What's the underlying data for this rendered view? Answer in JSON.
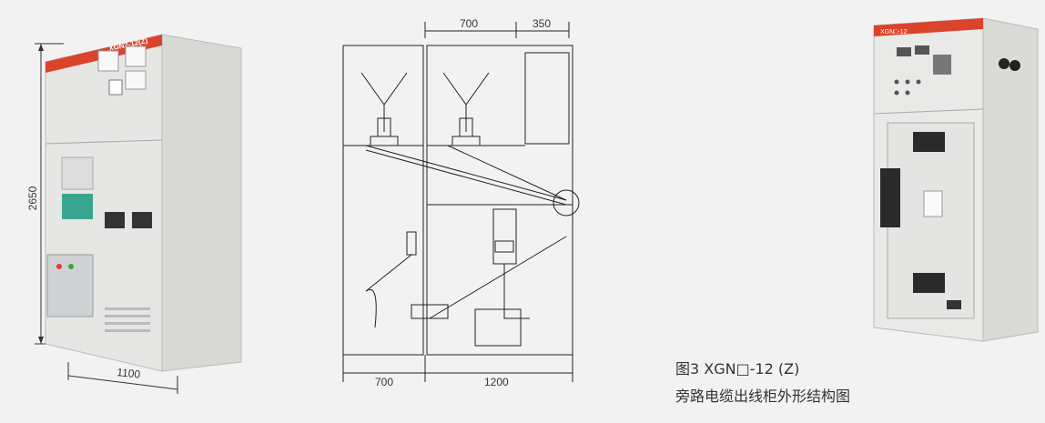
{
  "left_cabinet": {
    "nameplate": "XGN2-12(Z)",
    "height_dim": "2650",
    "width_dim": "1100"
  },
  "center_drawing": {
    "top_dims": [
      "700",
      "350"
    ],
    "bottom_dims": [
      "700",
      "1200"
    ]
  },
  "right_cabinet": {
    "nameplate": "XGN□-12"
  },
  "caption": {
    "line1": "图3 XGN□-12 (Z)",
    "line2": "旁路电缆出线柜外形结构图"
  },
  "colors": {
    "background": "#f2f2f2",
    "cabinet_body": "#e9e9e7",
    "brand_red": "#d9442b",
    "line_drawing": "#222222"
  }
}
